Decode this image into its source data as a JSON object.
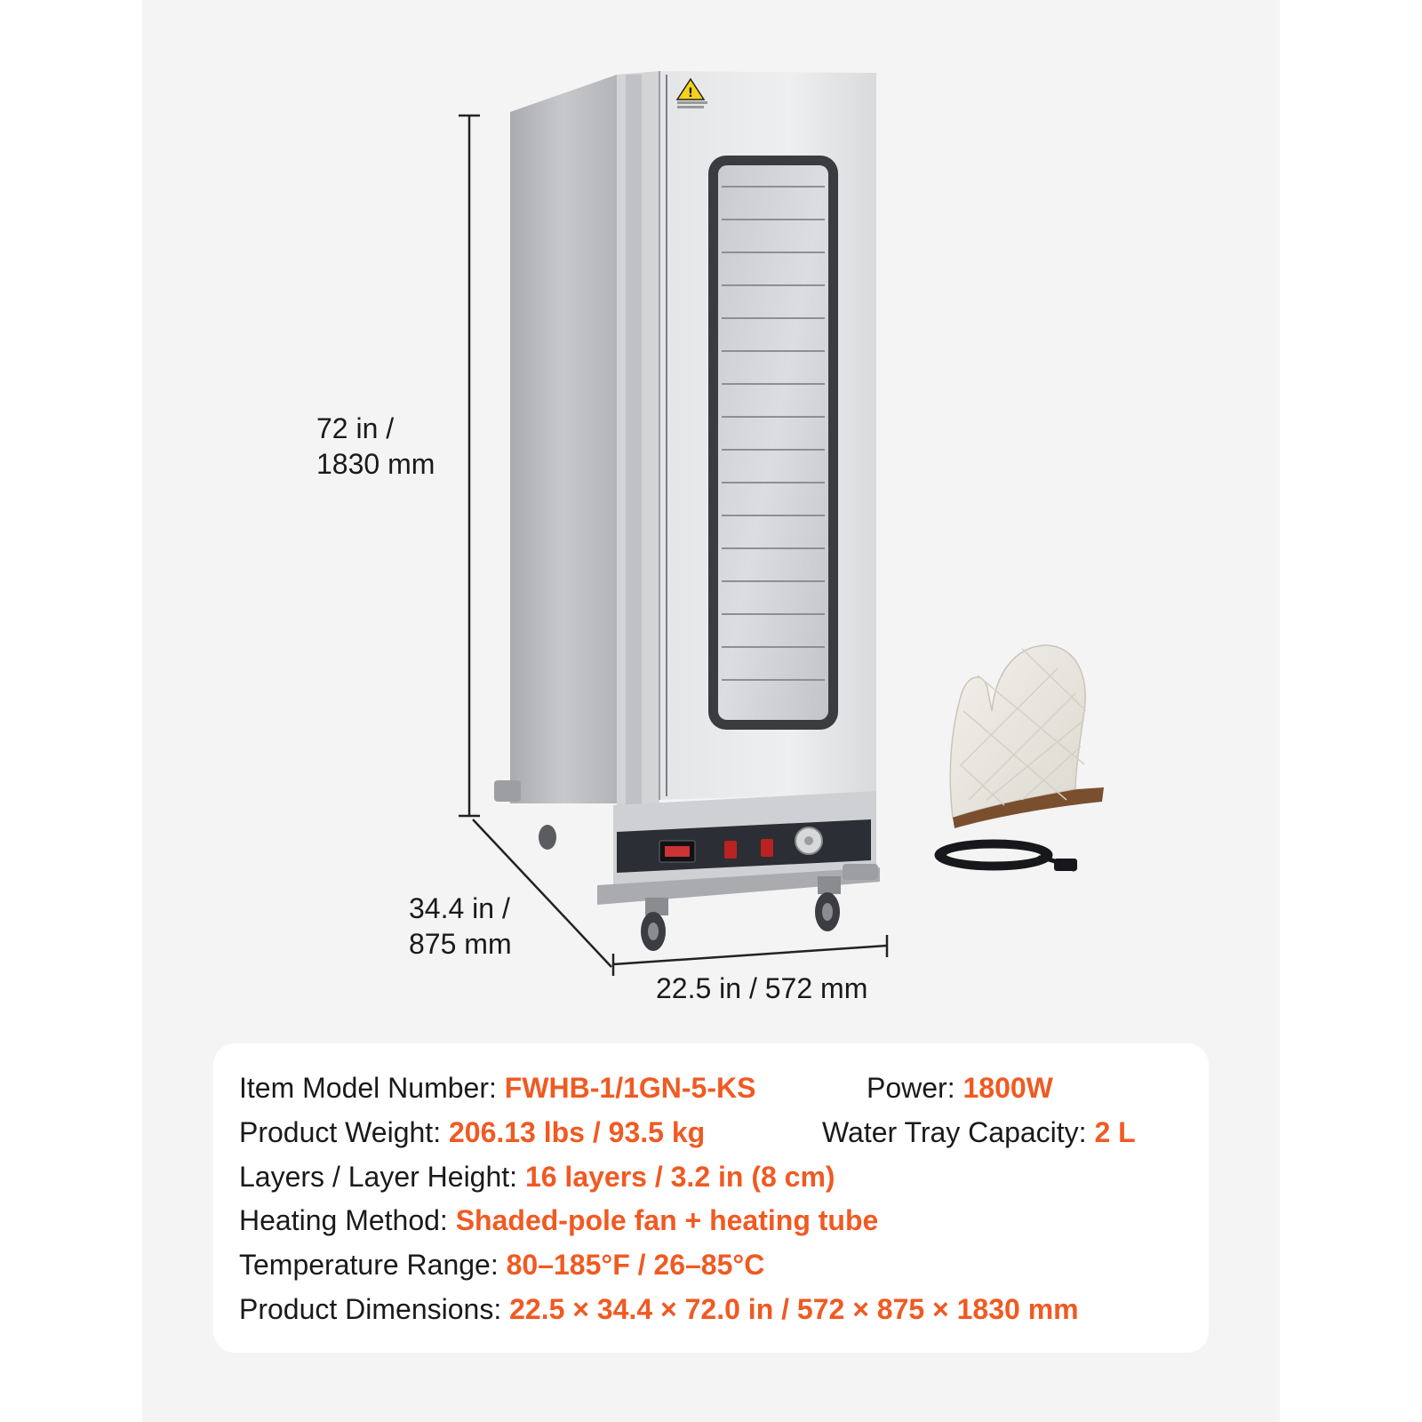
{
  "dimensions": {
    "height": "72 in /\n1830 mm",
    "depth": "34.4 in /\n875 mm",
    "width": "22.5 in / 572 mm"
  },
  "specs": {
    "model": {
      "label": "Item Model Number: ",
      "value": "FWHB-1/1GN-5-KS"
    },
    "power": {
      "label": "Power: ",
      "value": "1800W"
    },
    "weight": {
      "label": "Product Weight: ",
      "value": "206.13 lbs / 93.5 kg"
    },
    "water": {
      "label": "Water Tray Capacity: ",
      "value": "2 L"
    },
    "layers": {
      "label": "Layers / Layer Height: ",
      "value": "16 layers / 3.2 in (8 cm)"
    },
    "heating": {
      "label": "Heating Method: ",
      "value": "Shaded-pole fan + heating tube"
    },
    "temp": {
      "label": "Temperature Range: ",
      "value": "80–185°F / 26–85°C"
    },
    "dims": {
      "label": "Product Dimensions: ",
      "value": "22.5 × 34.4 × 72.0 in / 572 × 875 × 1830 mm"
    }
  },
  "colors": {
    "accent": "#f05a22",
    "text": "#1a1a1a",
    "background": "#f4f4f4",
    "card": "#ffffff"
  },
  "icons": [
    "warning-label-icon",
    "oven-mitt-icon",
    "power-cord-icon"
  ]
}
